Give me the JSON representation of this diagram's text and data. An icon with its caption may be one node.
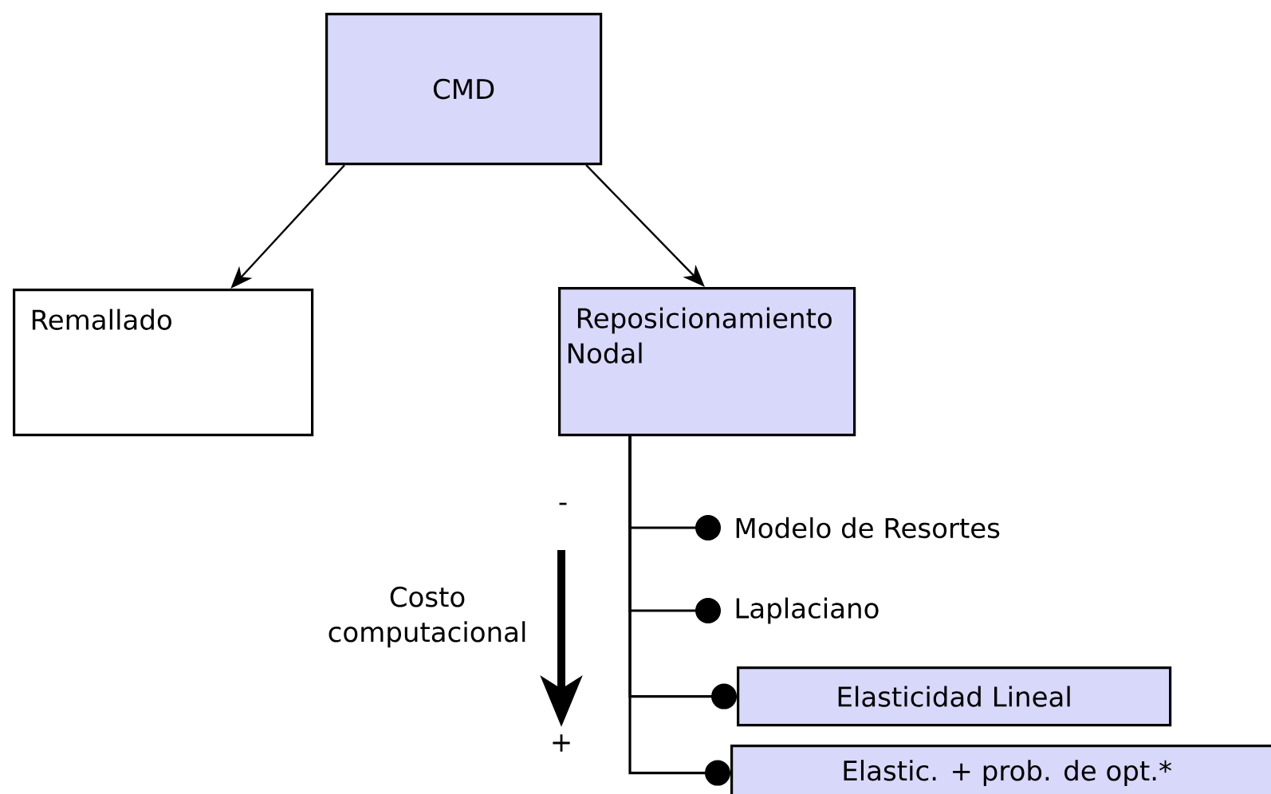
{
  "diagram": {
    "nodes": [
      {
        "text": [
          "CMD"
        ]
      },
      {
        "text": [
          "Remallado"
        ]
      },
      {
        "text": [
          "Reposicionamiento Nodal"
        ]
      },
      {
        "text": [
          "Modelo de Resortes"
        ]
      },
      {
        "text": [
          "Laplaciano"
        ]
      },
      {
        "text": [
          "Elasticidad Lineal"
        ]
      },
      {
        "text": [
          "Elastic. + prob. de opt.*"
        ]
      }
    ],
    "edges": [
      {
        "from": 0,
        "to": 1,
        "arrow": "to"
      },
      {
        "from": 0,
        "to": 2,
        "arrow": "to"
      },
      {
        "from": 2,
        "to": 3,
        "arrow": "other"
      },
      {
        "from": 2,
        "to": 4,
        "arrow": "other"
      },
      {
        "from": 2,
        "to": 5,
        "arrow": "other"
      },
      {
        "from": 2,
        "to": 6,
        "arrow": "other"
      }
    ],
    "labels": [
      "-",
      "Costo computacional",
      "+"
    ]
  }
}
